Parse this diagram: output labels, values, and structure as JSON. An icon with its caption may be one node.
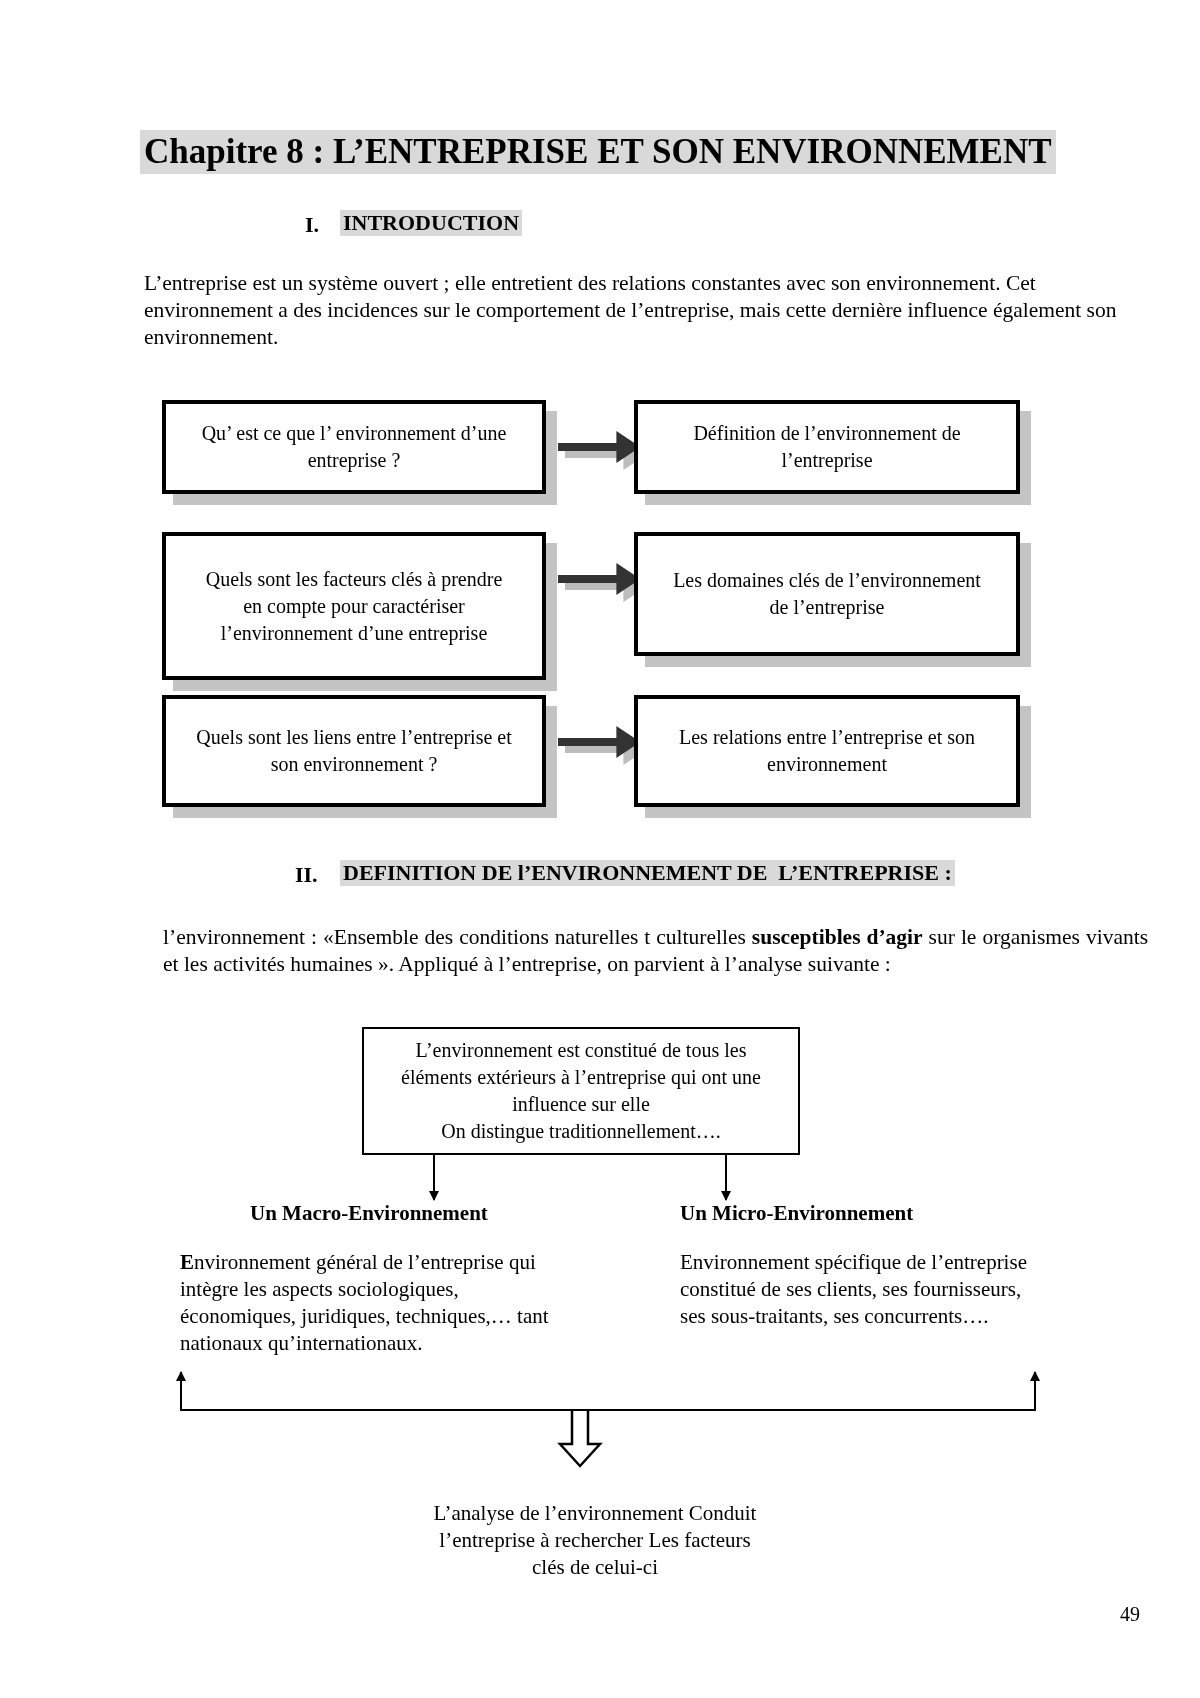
{
  "diagram": {
    "title": "Chapitre 8 : L’ENTREPRISE ET SON ENVIRONNEMENT",
    "nodes": [
      {
        "text": [
          "Qu’ est ce que l’ environnement d’une entreprise ?"
        ]
      },
      {
        "text": [
          "Définition de l’environnement de l’entreprise"
        ]
      },
      {
        "text": [
          "Quels sont les facteurs clés à prendre en compte pour caractériser l’environnement d’une entreprise"
        ]
      },
      {
        "text": [
          "Les domaines clés de l’environnement de l’entreprise"
        ]
      },
      {
        "text": [
          "Quels sont les liens entre l’entreprise et son environnement ?"
        ]
      },
      {
        "text": [
          "Les relations entre l’entreprise et son environnement"
        ]
      },
      {
        "text": [
          "L’environnement est constitué de tous les éléments extérieurs à l’entreprise qui ont une influence sur elle",
          "On distingue traditionnellement…."
        ]
      },
      {
        "text": [
          "Un Macro-Environnement",
          "**E**nvironnement général de l’entreprise qui intègre les aspects sociologiques, économiques, juridiques, techniques,… tant nationaux qu’internationaux."
        ]
      },
      {
        "text": [
          "Un Micro-Environnement",
          "Environnement spécifique de l’entreprise constitué de ses clients, ses fournisseurs, ses sous-traitants, ses concurrents…."
        ]
      },
      {
        "text": [
          "L’analyse de l’environnement Conduit l’entreprise à rechercher Les facteurs clés de celui-ci"
        ]
      }
    ],
    "edges": [
      {
        "from": 0,
        "to": 1,
        "arrow": "to",
        "style": "thick"
      },
      {
        "from": 2,
        "to": 3,
        "arrow": "to",
        "style": "thick"
      },
      {
        "from": 4,
        "to": 5,
        "arrow": "to",
        "style": "thick"
      },
      {
        "from": 6,
        "to": 7,
        "arrow": "to"
      },
      {
        "from": 6,
        "to": 8,
        "arrow": "to"
      },
      {
        "from": 7,
        "to": 8,
        "arrow": "both"
      },
      {
        "from": null,
        "to": 9,
        "arrow": "to",
        "style": "thick"
      }
    ],
    "labels": [
      "I.",
      "INTRODUCTION",
      "L’entreprise est un système ouvert ; elle entretient des relations constantes avec son environnement. Cet environnement a des incidences sur le comportement de l’entreprise, mais cette dernière influence également son environnement.",
      "II.",
      "DEFINITION DE l’ENVIRONNEMENT DE  L’ENTREPRISE :",
      "l’environnement : «Ensemble des conditions naturelles t culturelles **susceptibles d’agir** sur le organismes vivants et les activités humaines ». Appliqué à l’entreprise, on parvient à l’analyse suivante :",
      "49"
    ]
  }
}
